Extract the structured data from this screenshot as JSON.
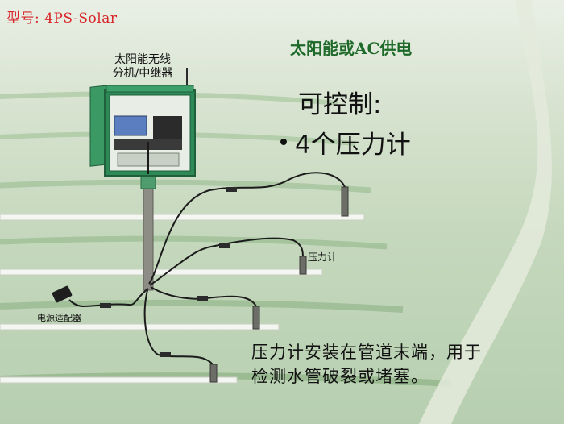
{
  "model_label": "型号: 4PS-Solar",
  "power_label": "太阳能或AC供电",
  "unit_label": [
    "太阳能无线",
    "分机/中继器"
  ],
  "control_title": "可控制:",
  "sensor_count": "4个压力计",
  "pressure_gauge_label": "压力计",
  "adapter_label": "电源适配器",
  "note": [
    "压力计安装在管道末端，用于",
    "检测水管破裂或堵塞。"
  ],
  "colors": {
    "model": "#d8262a",
    "power": "#1f6a2a",
    "enclosure": "#2d8a57"
  }
}
